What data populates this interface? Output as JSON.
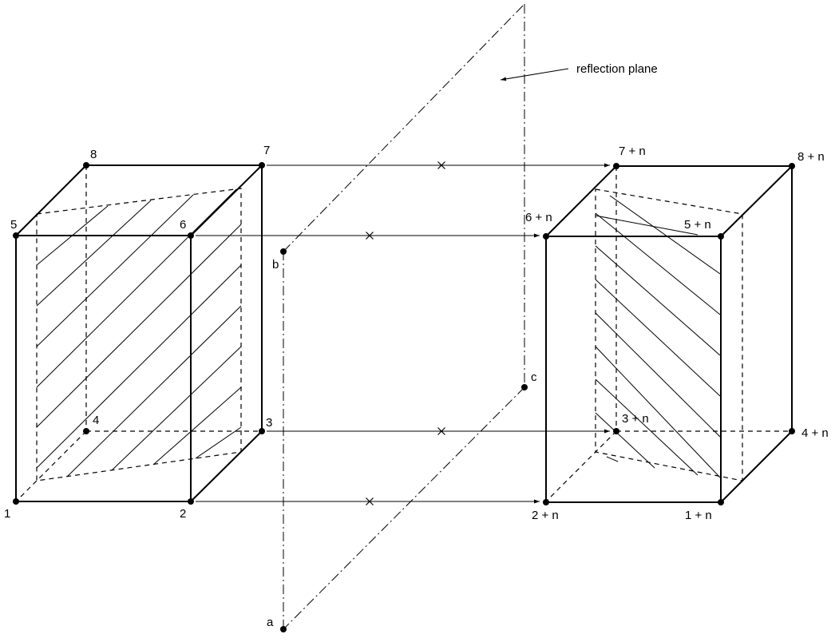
{
  "diagram": {
    "plane_label": "reflection plane",
    "left_nodes": [
      "1",
      "2",
      "3",
      "4",
      "5",
      "6",
      "7",
      "8"
    ],
    "right_nodes": [
      "1 + n",
      "2 + n",
      "3 + n",
      "4 + n",
      "5 + n",
      "6 + n",
      "7 + n",
      "8 + n"
    ],
    "plane_points": [
      "a",
      "b",
      "c"
    ],
    "mirror_mark": "×"
  },
  "colors": {
    "ink": "#000000",
    "background": "#ffffff"
  }
}
